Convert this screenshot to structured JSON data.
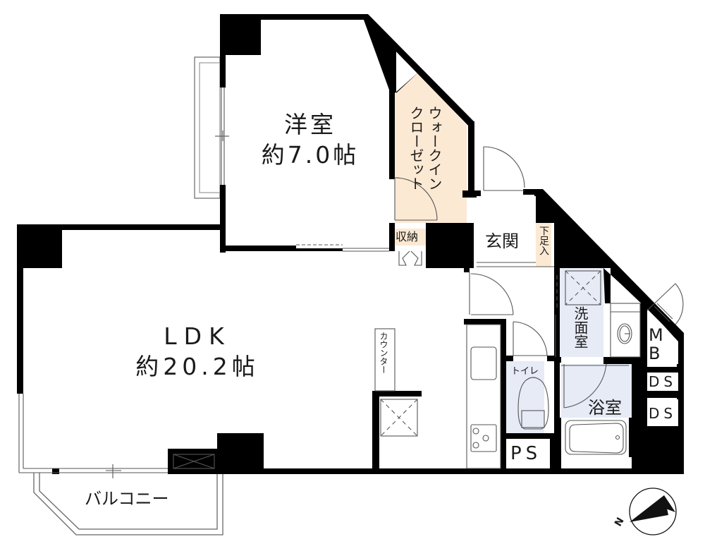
{
  "floor_plan": {
    "rooms": {
      "western_room": {
        "name": "洋室",
        "size": "約7.0帖"
      },
      "ldk": {
        "name": "LDK",
        "size": "約20.2帖"
      },
      "walk_in_closet": {
        "name_line1": "ウォークイン",
        "name_line2": "クローゼット"
      },
      "storage": {
        "name": "収納"
      },
      "entrance": {
        "name": "玄関"
      },
      "shoe_box": {
        "name": "下足入"
      },
      "washroom": {
        "name": "洗面室"
      },
      "toilet": {
        "name": "トイレ"
      },
      "bathroom": {
        "name": "浴室"
      },
      "counter": {
        "name": "カウンター"
      },
      "balcony": {
        "name": "バルコニー"
      }
    },
    "shafts": {
      "mb": {
        "line1": "M",
        "line2": "B"
      },
      "ds1": {
        "name": "DS"
      },
      "ds2": {
        "name": "DS"
      },
      "ps": {
        "name": "PS"
      }
    },
    "colors": {
      "wall": "#000000",
      "closet_fill": "#fce9d4",
      "wet_area_fill": "#e6ebf6",
      "line": "#555555"
    },
    "compass": {
      "north_label": "N"
    }
  }
}
